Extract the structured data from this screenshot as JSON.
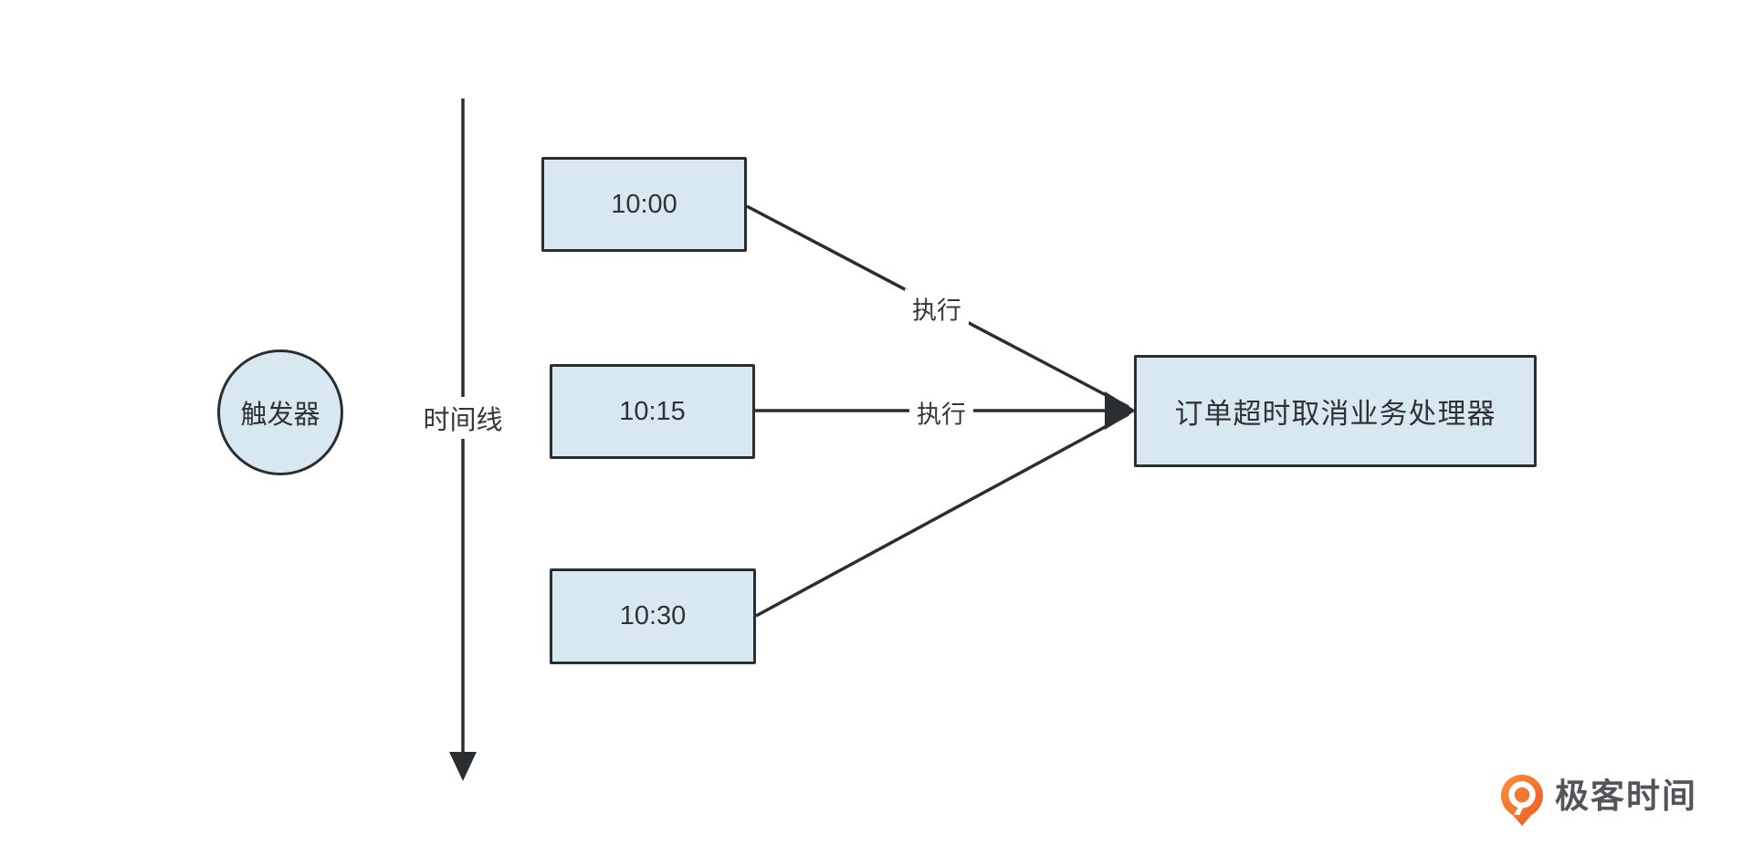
{
  "diagram": {
    "trigger": {
      "label": "触发器"
    },
    "timeline": {
      "label": "时间线"
    },
    "timers": [
      {
        "label": "10:00"
      },
      {
        "label": "10:15"
      },
      {
        "label": "10:30"
      }
    ],
    "edges": [
      {
        "from": "10:00",
        "label": "执行"
      },
      {
        "from": "10:15",
        "label": "执行"
      },
      {
        "from": "10:30",
        "label": ""
      }
    ],
    "processor": {
      "label": "订单超时取消业务处理器"
    }
  },
  "watermark": {
    "brand": "极客时间"
  },
  "colors": {
    "node_fill": "#d8e8f1",
    "node_border": "#2b2e31",
    "line": "#2b2e31",
    "brand_orange": "#f2692a",
    "brand_text": "#54555b"
  }
}
